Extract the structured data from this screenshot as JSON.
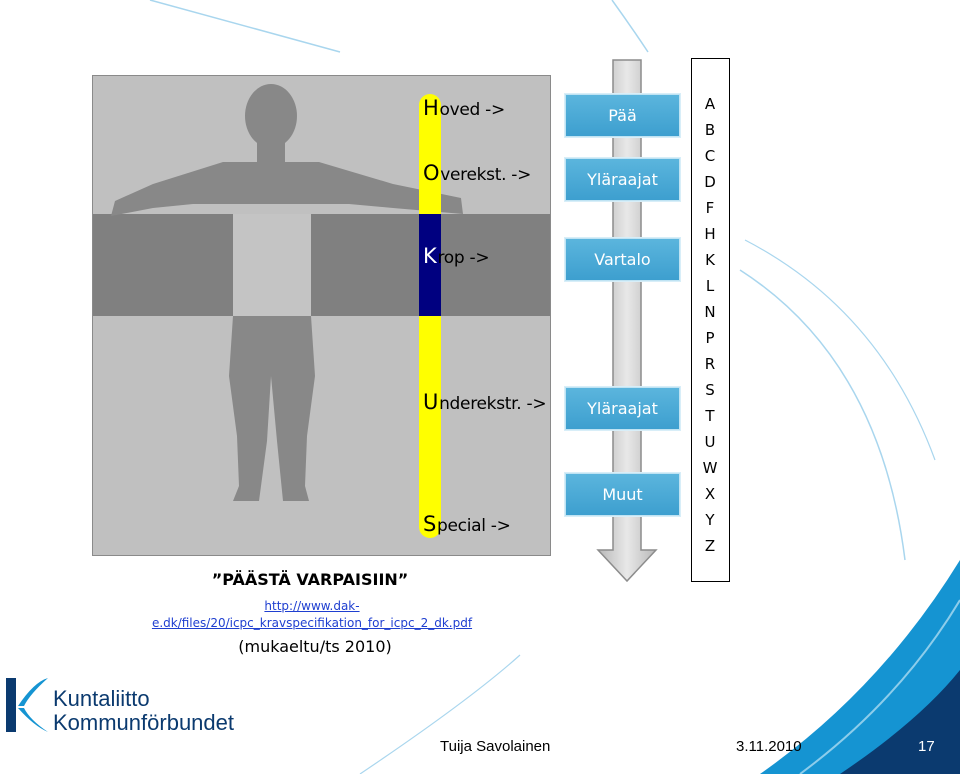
{
  "figure": {
    "regions": [
      {
        "letter": "H",
        "rest": "oved ->"
      },
      {
        "letter": "O",
        "rest": "verekst. ->"
      },
      {
        "letter": "K",
        "rest": "rop ->"
      },
      {
        "letter": "U",
        "rest": "nderekstr. ->"
      },
      {
        "letter": "S",
        "rest": "pecial ->"
      }
    ],
    "colors": {
      "bar_yellow": "#ffff00",
      "bar_navy": "#000080",
      "band_dark": "#808080",
      "panel": "#c0c0c0"
    }
  },
  "categories": [
    "Pää",
    "Yläraajat",
    "Vartalo",
    "Yläraajat",
    "Muut"
  ],
  "alphabet": [
    "A",
    "B",
    "C",
    "D",
    "F",
    "H",
    "K",
    "L",
    "N",
    "P",
    "R",
    "S",
    "T",
    "U",
    "W",
    "X",
    "Y",
    "Z"
  ],
  "caption": {
    "title": "”PÄÄSTÄ VARPAISIIN”",
    "link_line1": "http://www.dak-",
    "link_line2": "e.dk/files/20/icpc_kravspecifikation_for_icpc_2_dk.pdf",
    "note": "(mukaeltu/ts 2010)"
  },
  "logo": {
    "line1": "Kuntaliitto",
    "line2": "Kommunförbundet"
  },
  "footer": {
    "author": "Tuija Savolainen",
    "date": "3.11.2010",
    "page": "17"
  },
  "colors": {
    "accent_blue": "#1594d2",
    "dark_navy": "#0b3a6f",
    "box_blue": "#4aa9d6"
  }
}
